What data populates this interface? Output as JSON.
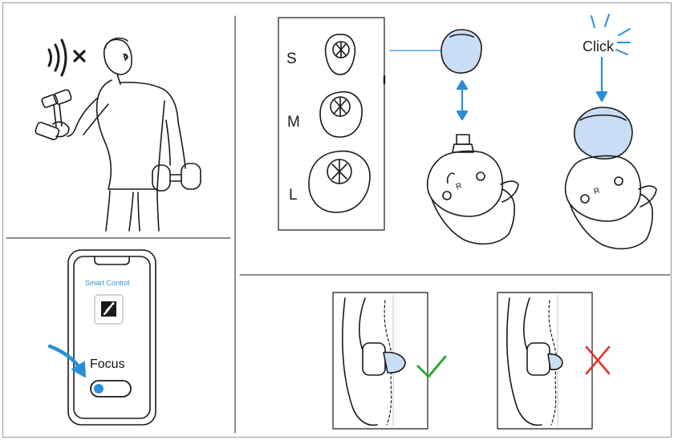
{
  "sizes": {
    "s": "S",
    "m": "M",
    "l": "L"
  },
  "fit_step": {
    "click": "Click"
  },
  "app": {
    "title": "Smart Control",
    "mode": "Focus"
  },
  "colors": {
    "line": "#1a1a1a",
    "blue": "#2b8fd8",
    "tip": "#c9ddf4",
    "check": "#2fa836",
    "cross": "#e53333"
  }
}
